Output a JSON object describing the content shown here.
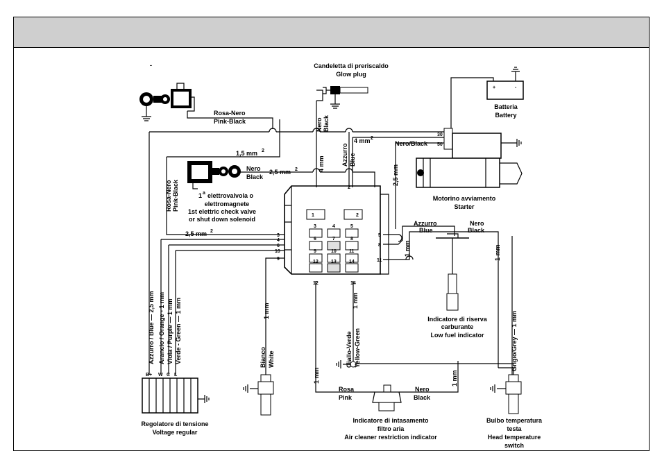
{
  "labels": {
    "dash": "-",
    "glow_plug_it": "Candeletta di preriscaldo",
    "glow_plug_en": "Glow plug",
    "battery_it": "Batteria",
    "battery_en": "Battery",
    "starter_it": "Motorino avviamento",
    "starter_en": "Starter",
    "solenoid_l1": "elettrovalvola o",
    "solenoid_l1_prefix": "1",
    "solenoid_l1_sup": "a",
    "solenoid_l2": "elettromagnete",
    "solenoid_l3": "1st elettric check valve",
    "solenoid_l4": "or shut down solenoid",
    "low_fuel_l1": "Indicatore di riserva",
    "low_fuel_l2": "carburante",
    "low_fuel_l3": "Low fuel indicator",
    "regulator_it": "Regolatore di tensione",
    "regulator_en": "Voltage regular",
    "air_filter_l1": "Indicatore di intasamento",
    "air_filter_l2": "filtro aria",
    "air_filter_l3": "Air cleaner restriction indicator",
    "head_temp_l1": "Bulbo temperatura",
    "head_temp_l2": "testa",
    "head_temp_l3": "Head temperature",
    "head_temp_l4": "switch"
  },
  "wires": {
    "rosa_nero": "Rosa-Nero",
    "pink_black": "Pink-Black",
    "rosa_nero_v": "Rosa-Nero",
    "pink_black_v": "Pink-Black",
    "size_15": "1,5 mm",
    "size_25": "2,5 mm",
    "size_25_b": "2,5 mm",
    "size_25_v": "2,5 mm",
    "size_4": "4 mm",
    "size_4_v": "4 mm",
    "nero_black_label": "Nero/Black",
    "nero": "Nero",
    "black": "Black",
    "nero_v": "Nero",
    "black_v": "Black",
    "azzurro_v": "Azzurro",
    "blue_v": "Blue",
    "azzurro": "Azzurro",
    "blue": "Blue",
    "nero2": "Nero",
    "black2": "Black",
    "size_1_a": "1 mm",
    "size_1_b": "1 mm",
    "size_1_c": "1 mm",
    "size_1_d": "1 mm",
    "size_1_e": "1 mm",
    "size_1_f": "1 mm",
    "reg_blue": "Azzurro / Blue — 2,5 mm",
    "reg_orange": "Arancio / Orange - 1 mm",
    "reg_purple": "Viola / Purple — 1 mm",
    "reg_green": "Verde - Green — 1 mm",
    "bianco": "Bianco",
    "white": "White",
    "giallo_verde": "Giallo-Verde",
    "yellow_green": "Yellow-Green",
    "grigio_grey": "Grigio/Grey — 1 mm",
    "rosa": "Rosa",
    "pink": "Pink",
    "nero3": "Nero",
    "black3": "Black",
    "sup2": "2"
  },
  "connector": {
    "pins": [
      "1",
      "2",
      "3",
      "4",
      "5",
      "6",
      "7",
      "8",
      "9",
      "10",
      "11",
      "12",
      "13",
      "14"
    ],
    "side_left": [
      "3",
      "4",
      "6",
      "10",
      "9"
    ],
    "side_right": [
      "5",
      "8",
      "11"
    ],
    "regulator_terms": [
      "B+",
      "W",
      "C",
      "L"
    ],
    "starter_terms": [
      "30",
      "50"
    ]
  }
}
